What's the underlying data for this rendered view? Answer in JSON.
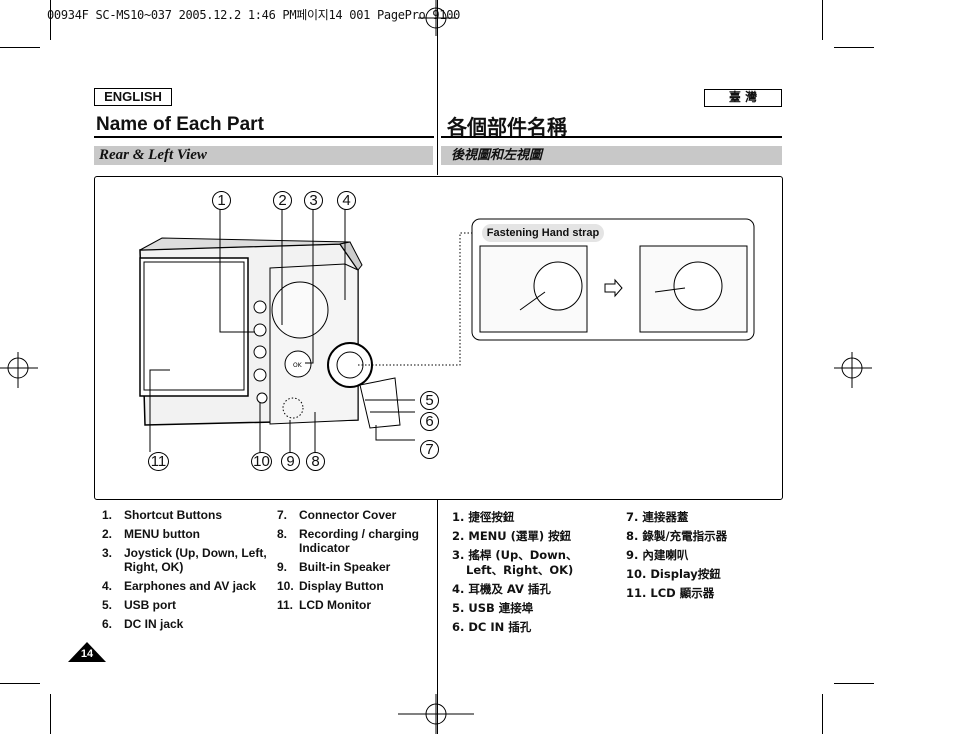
{
  "header": {
    "print_info": "00934F SC-MS10~037  2005.12.2 1:46 PM페이지14  001 PagePro 9100"
  },
  "lang": {
    "en": "ENGLISH",
    "zh": "臺 灣"
  },
  "titles": {
    "en": "Name of Each Part",
    "zh": "各個部件名稱"
  },
  "sections": {
    "en": "Rear & Left View",
    "zh": "後視圖和左視圖"
  },
  "diagram": {
    "strap_label": "Fastening Hand strap",
    "callouts": [
      "1",
      "2",
      "3",
      "4",
      "5",
      "6",
      "7",
      "8",
      "9",
      "10",
      "11"
    ]
  },
  "parts_en_col1": [
    {
      "num": "1.",
      "label": "Shortcut Buttons"
    },
    {
      "num": "2.",
      "label": "MENU button"
    },
    {
      "num": "3.",
      "label": "Joystick (Up, Down, Left, Right, OK)"
    },
    {
      "num": "4.",
      "label": "Earphones and AV jack"
    },
    {
      "num": "5.",
      "label": "USB port"
    },
    {
      "num": "6.",
      "label": "DC IN jack"
    }
  ],
  "parts_en_col2": [
    {
      "num": "7.",
      "label": "Connector Cover"
    },
    {
      "num": "8.",
      "label": "Recording / charging Indicator"
    },
    {
      "num": "9.",
      "label": "Built-in Speaker"
    },
    {
      "num": "10.",
      "label": "Display Button"
    },
    {
      "num": "11.",
      "label": "LCD Monitor"
    }
  ],
  "parts_zh_col1": [
    "1. 捷徑按鈕",
    "2. MENU (選單) 按鈕",
    "3. 搖桿 (Up、Down、Left、Right、OK)",
    "4. 耳機及 AV 插孔",
    "5. USB 連接埠",
    "6. DC IN 插孔"
  ],
  "parts_zh_col2": [
    "7. 連接器蓋",
    "8. 錄製/充電指示器",
    "9. 內建喇叭",
    "10. Display按鈕",
    "11. LCD 顯示器"
  ],
  "page_number": "14"
}
